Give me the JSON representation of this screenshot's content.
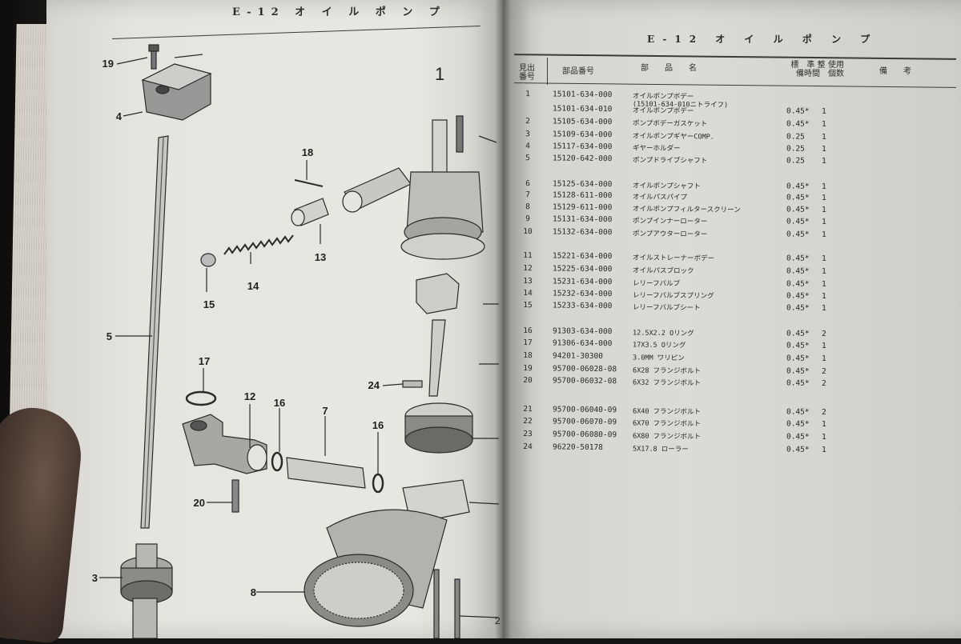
{
  "left_page": {
    "header": "E-12 オ イ ル ポ ン プ",
    "callouts": [
      "19",
      "4",
      "18",
      "13",
      "14",
      "15",
      "5",
      "17",
      "12",
      "16",
      "7",
      "16",
      "24",
      "20",
      "3",
      "8",
      "1",
      "2"
    ]
  },
  "right_page": {
    "header": "E-12 オ イ ル ポ ン プ",
    "columns": {
      "no": "見出 番号",
      "part_no": "部品番号",
      "name": "部　　品　　名",
      "hours": "標　準 整備時間",
      "qty": "使用 個数",
      "remarks": "備　　考"
    },
    "rows": [
      {
        "no": "1",
        "part_no": "15101-634-000",
        "name": "オイルポンプボデー",
        "name2": "(15101-634-010ニトライフ)",
        "hours": "",
        "qty": ""
      },
      {
        "no": "",
        "part_no": "15101-634-010",
        "name": "オイルポンプボデー",
        "hours": "0.45*",
        "qty": "1"
      },
      {
        "no": "2",
        "part_no": "15105-634-000",
        "name": "ポンプボデーガスケット",
        "hours": "0.45*",
        "qty": "1"
      },
      {
        "no": "3",
        "part_no": "15109-634-000",
        "name": "オイルポンプギヤーCOMP.",
        "hours": "0.25",
        "qty": "1"
      },
      {
        "no": "4",
        "part_no": "15117-634-000",
        "name": "ギヤーホルダー",
        "hours": "0.25",
        "qty": "1"
      },
      {
        "no": "5",
        "part_no": "15120-642-000",
        "name": "ポンプドライブシャフト",
        "hours": "0.25",
        "qty": "1"
      },
      {
        "no": "6",
        "part_no": "15125-634-000",
        "name": "オイルポンプシャフト",
        "hours": "0.45*",
        "qty": "1"
      },
      {
        "no": "7",
        "part_no": "15128-611-000",
        "name": "オイルパスパイプ",
        "hours": "0.45*",
        "qty": "1"
      },
      {
        "no": "8",
        "part_no": "15129-611-000",
        "name": "オイルポンプフィルタースクリーン",
        "hours": "0.45*",
        "qty": "1"
      },
      {
        "no": "9",
        "part_no": "15131-634-000",
        "name": "ポンプインナーローター",
        "hours": "0.45*",
        "qty": "1"
      },
      {
        "no": "10",
        "part_no": "15132-634-000",
        "name": "ポンプアウターローター",
        "hours": "0.45*",
        "qty": "1"
      },
      {
        "no": "11",
        "part_no": "15221-634-000",
        "name": "オイルストレーナーボデー",
        "hours": "0.45*",
        "qty": "1"
      },
      {
        "no": "12",
        "part_no": "15225-634-000",
        "name": "オイルパスブロック",
        "hours": "0.45*",
        "qty": "1"
      },
      {
        "no": "13",
        "part_no": "15231-634-000",
        "name": "レリーフバルブ",
        "hours": "0.45*",
        "qty": "1"
      },
      {
        "no": "14",
        "part_no": "15232-634-000",
        "name": "レリーフバルブスプリング",
        "hours": "0.45*",
        "qty": "1"
      },
      {
        "no": "15",
        "part_no": "15233-634-000",
        "name": "レリーフバルブシート",
        "hours": "0.45*",
        "qty": "1"
      },
      {
        "no": "16",
        "part_no": "91303-634-000",
        "name": "12.5X2.2 Oリング",
        "hours": "0.45*",
        "qty": "2"
      },
      {
        "no": "17",
        "part_no": "91306-634-000",
        "name": "17X3.5 Oリング",
        "hours": "0.45*",
        "qty": "1"
      },
      {
        "no": "18",
        "part_no": "94201-30300",
        "name": "3.0MM ワリピン",
        "hours": "0.45*",
        "qty": "1"
      },
      {
        "no": "19",
        "part_no": "95700-06028-08",
        "name": "6X28 フランジボルト",
        "hours": "0.45*",
        "qty": "2"
      },
      {
        "no": "20",
        "part_no": "95700-06032-08",
        "name": "6X32 フランジボルト",
        "hours": "0.45*",
        "qty": "2"
      },
      {
        "no": "21",
        "part_no": "95700-06040-09",
        "name": "6X40 フランジボルト",
        "hours": "0.45*",
        "qty": "2"
      },
      {
        "no": "22",
        "part_no": "95700-06070-09",
        "name": "6X70 フランジボルト",
        "hours": "0.45*",
        "qty": "1"
      },
      {
        "no": "23",
        "part_no": "95700-06080-09",
        "name": "6X80 フランジボルト",
        "hours": "0.45*",
        "qty": "1"
      },
      {
        "no": "24",
        "part_no": "96220-50178",
        "name": "5X17.8 ローラー",
        "hours": "0.45*",
        "qty": "1"
      }
    ]
  }
}
